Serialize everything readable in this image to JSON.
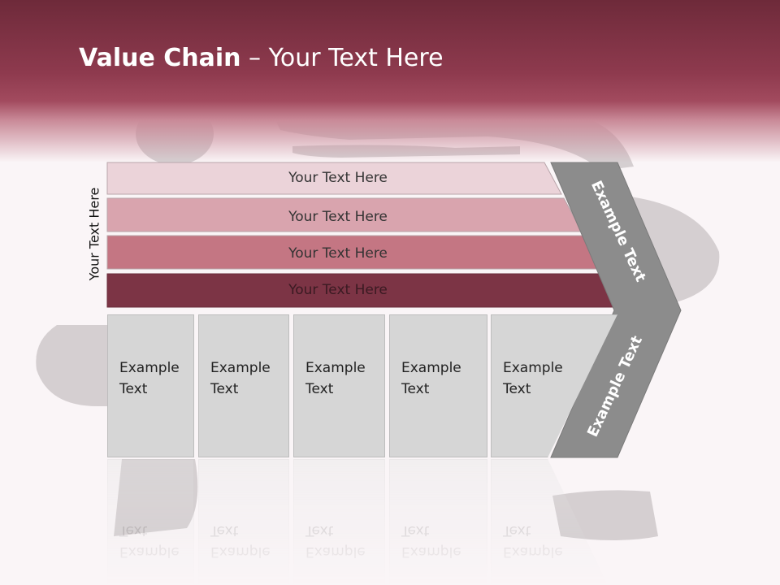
{
  "slide": {
    "title_bold": "Value Chain",
    "title_rest": " – Your Text Here",
    "side_label": "Your Text Here"
  },
  "bars": [
    {
      "label": "Your Text Here",
      "color": "#ebd3d9"
    },
    {
      "label": "Your Text Here",
      "color": "#d9a4ae"
    },
    {
      "label": "Your Text Here",
      "color": "#c47683"
    },
    {
      "label": "Your Text Here",
      "color": "#7c3445"
    }
  ],
  "chevron": {
    "top_label": "Example Text",
    "bottom_label": "Example Text",
    "color": "#8c8c8c"
  },
  "boxes": [
    {
      "label": "Example\nText"
    },
    {
      "label": "Example\nText"
    },
    {
      "label": "Example\nText"
    },
    {
      "label": "Example\nText"
    },
    {
      "label": "Example\nText"
    }
  ],
  "colors": {
    "header": "#8e3a4e",
    "box": "#d6d6d6"
  }
}
